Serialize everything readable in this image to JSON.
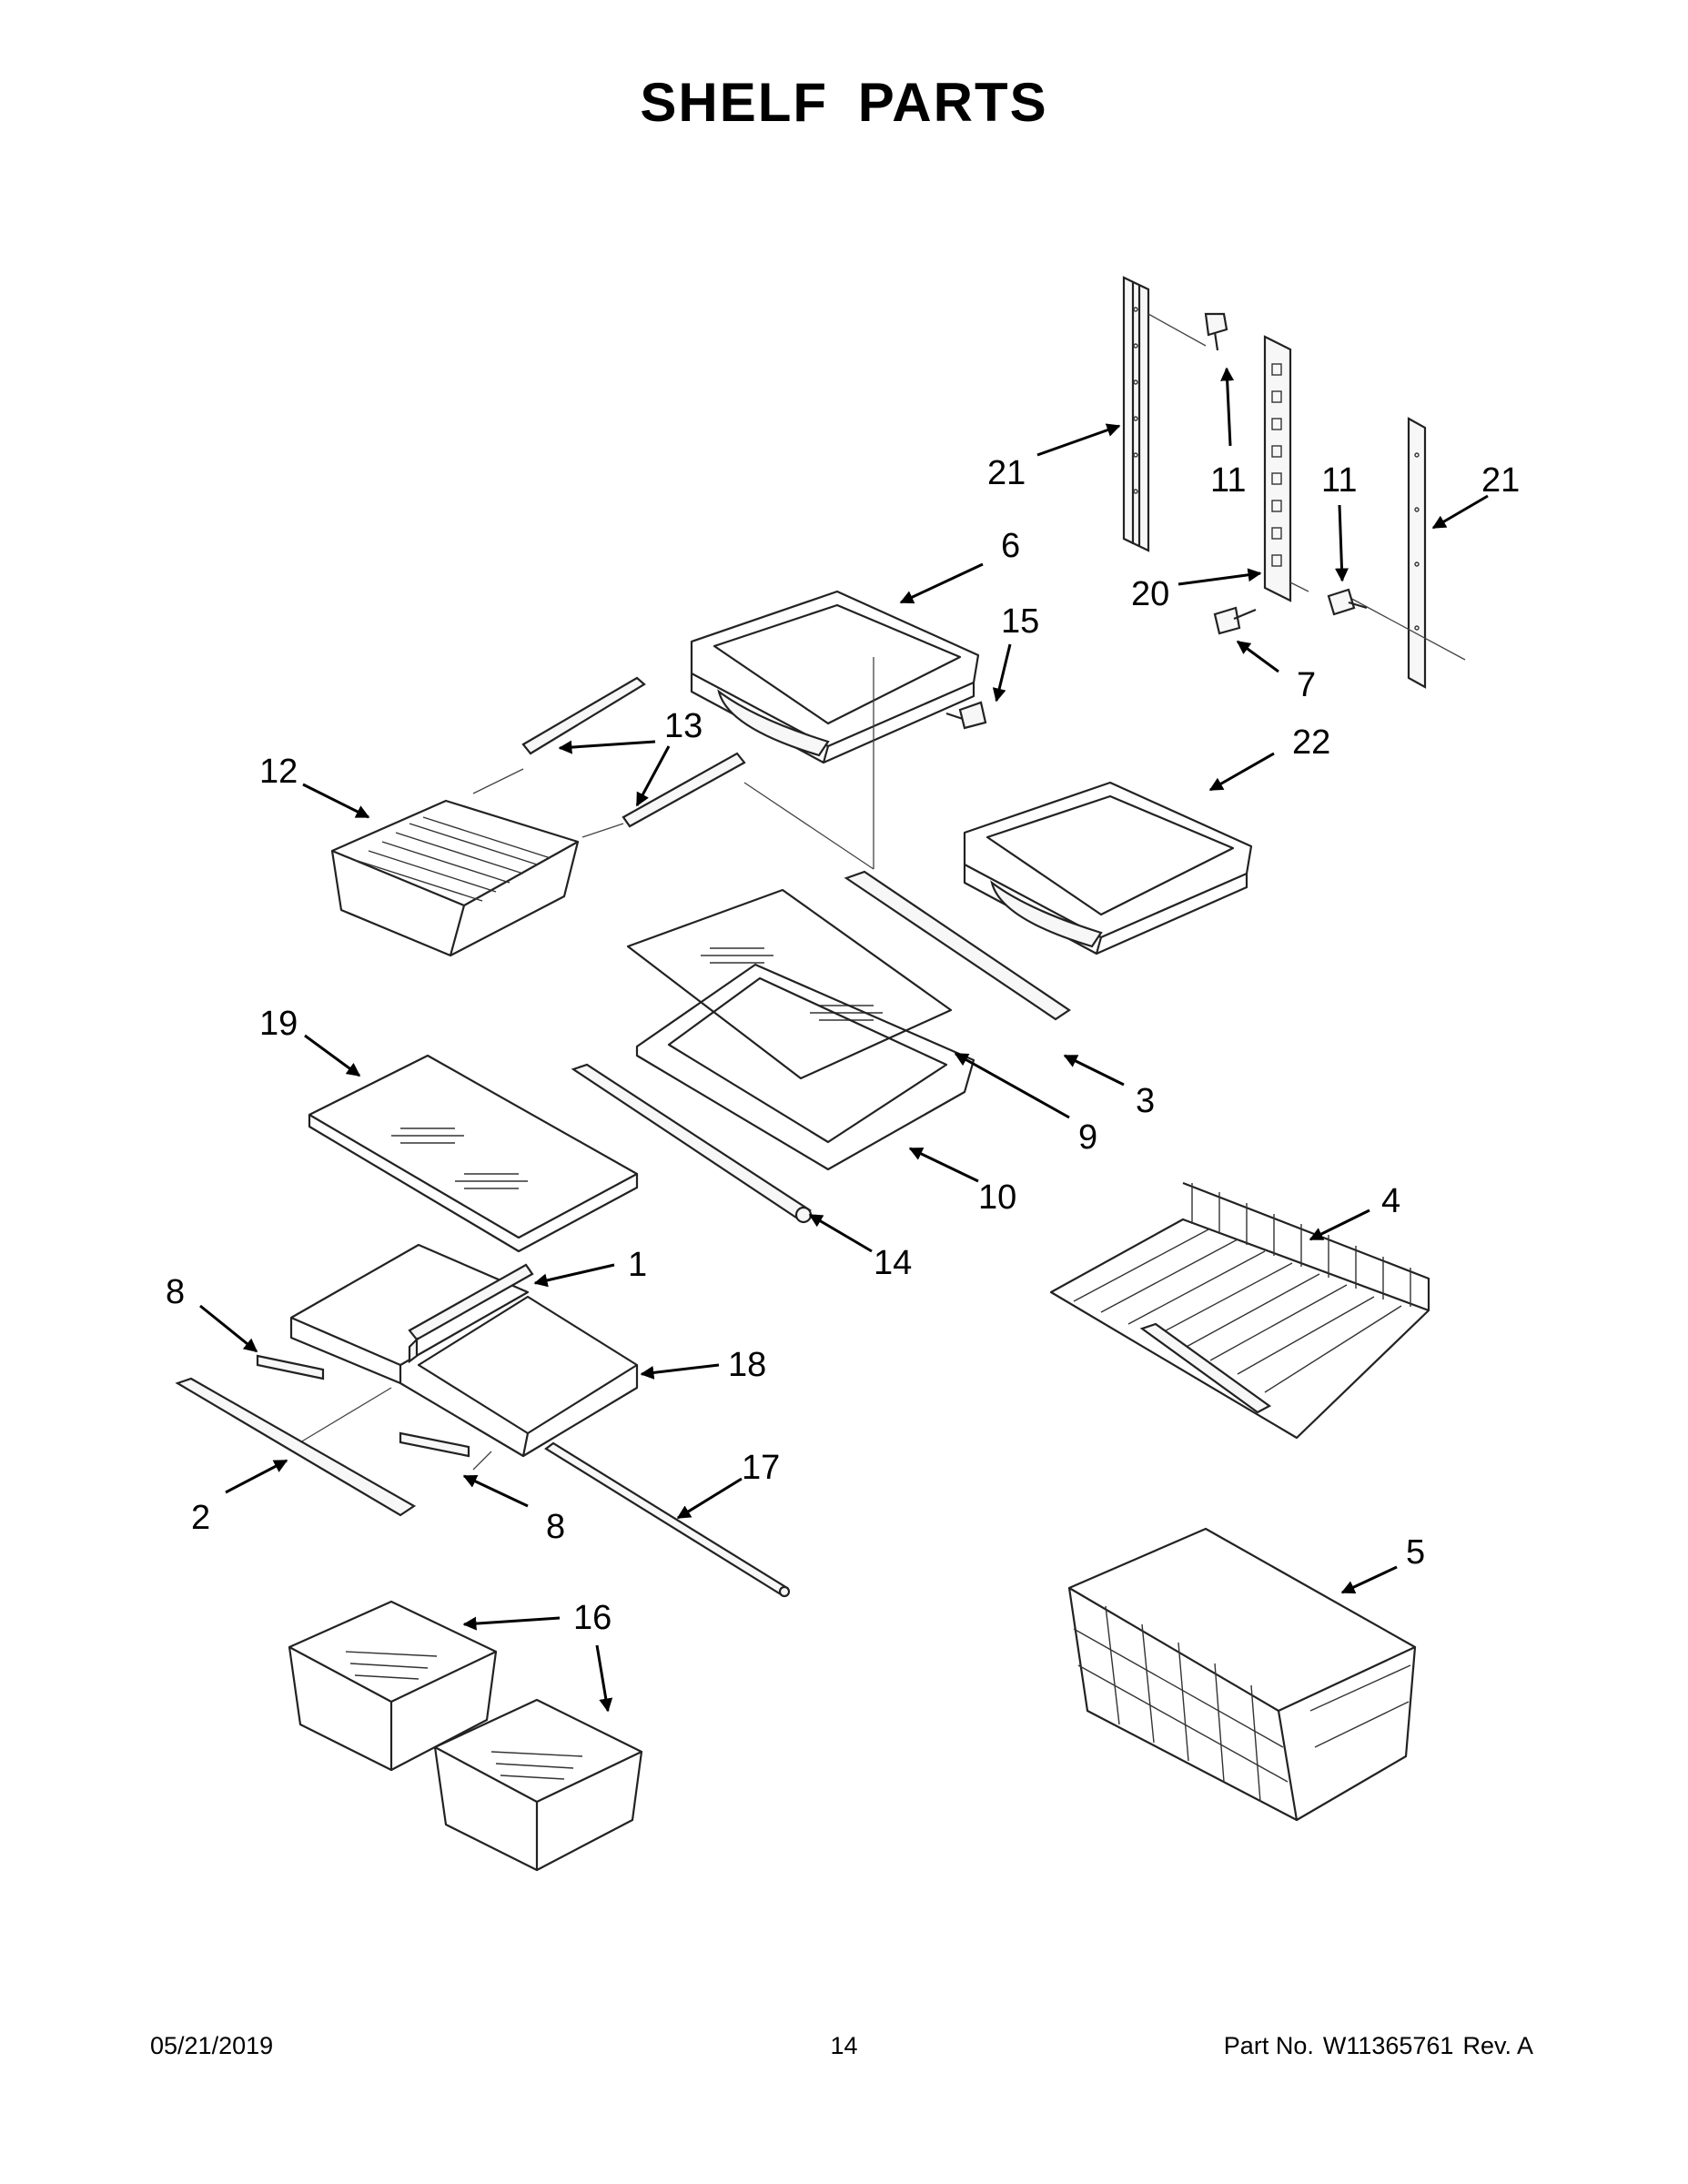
{
  "title": "SHELF PARTS",
  "callouts": [
    {
      "id": "c21a",
      "label": "21"
    },
    {
      "id": "c11a",
      "label": "11"
    },
    {
      "id": "c11b",
      "label": "11"
    },
    {
      "id": "c21b",
      "label": "21"
    },
    {
      "id": "c6",
      "label": "6"
    },
    {
      "id": "c20",
      "label": "20"
    },
    {
      "id": "c15",
      "label": "15"
    },
    {
      "id": "c7",
      "label": "7"
    },
    {
      "id": "c13",
      "label": "13"
    },
    {
      "id": "c12",
      "label": "12"
    },
    {
      "id": "c22",
      "label": "22"
    },
    {
      "id": "c19",
      "label": "19"
    },
    {
      "id": "c3",
      "label": "3"
    },
    {
      "id": "c9",
      "label": "9"
    },
    {
      "id": "c10",
      "label": "10"
    },
    {
      "id": "c4",
      "label": "4"
    },
    {
      "id": "c14",
      "label": "14"
    },
    {
      "id": "c1",
      "label": "1"
    },
    {
      "id": "c8a",
      "label": "8"
    },
    {
      "id": "c18",
      "label": "18"
    },
    {
      "id": "c17",
      "label": "17"
    },
    {
      "id": "c2",
      "label": "2"
    },
    {
      "id": "c8b",
      "label": "8"
    },
    {
      "id": "c5",
      "label": "5"
    },
    {
      "id": "c16",
      "label": "16"
    }
  ],
  "footer": {
    "date": "05/21/2019",
    "page": "14",
    "part_label": "Part No.",
    "part_number": "W11365761",
    "revision": "Rev. A"
  }
}
